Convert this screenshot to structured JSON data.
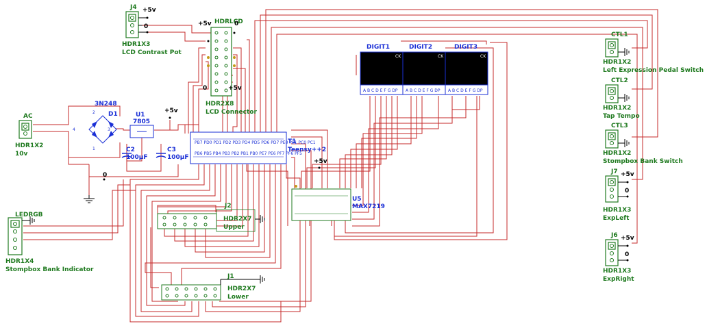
{
  "connectors": {
    "j4": {
      "ref": "J4",
      "part": "HDR1X3",
      "desc": "LCD Contrast Pot",
      "v": "+5v",
      "gnd": "0"
    },
    "ac": {
      "ref": "AC",
      "part": "HDR1X2",
      "desc": "10v"
    },
    "ledrgb": {
      "ref": "LEDRGB",
      "part": "HDR1X4",
      "desc": "Stompbox Bank Indicator"
    },
    "ctl1": {
      "ref": "CTL1",
      "part": "HDR1X2",
      "desc": "Left Expression Pedal Switch"
    },
    "ctl2": {
      "ref": "CTL2",
      "part": "HDR1X2",
      "desc": "Tap Tempo"
    },
    "ctl3": {
      "ref": "CTL3",
      "part": "HDR1X2",
      "desc": "Stompbox Bank Switch"
    },
    "j7": {
      "ref": "J7",
      "part": "HDR1X3",
      "desc": "ExpLeft",
      "v": "+5v",
      "gnd": "0"
    },
    "j6": {
      "ref": "J6",
      "part": "HDR1X3",
      "desc": "ExpRight",
      "v": "+5v",
      "gnd": "0"
    },
    "hdrlcd": {
      "ref": "HDRLCD",
      "part": "HDR2X8",
      "desc": "LCD Connector",
      "v": "+5v",
      "gnd": "0",
      "v2": "+5v",
      "gnd2": "0"
    },
    "j2": {
      "ref": "J2",
      "part": "HDR2X7",
      "desc": "Upper"
    },
    "j1": {
      "ref": "J1",
      "part": "HDR2X7",
      "desc": "Lower"
    }
  },
  "components": {
    "d1": {
      "ref": "D1",
      "part": "3N248"
    },
    "u1": {
      "ref": "U1",
      "part": "7805"
    },
    "c2": {
      "ref": "C2",
      "value": "100µF"
    },
    "c3": {
      "ref": "C3",
      "value": "100µF"
    },
    "t1": {
      "ref": "T1",
      "part": "Teensy++2"
    },
    "u5": {
      "ref": "U5",
      "part": "MAX7219"
    },
    "digits": [
      "DIGIT1",
      "DIGIT2",
      "DIGIT3"
    ],
    "segment_labels": "A B C D E F G DP",
    "digit_pin": "CK"
  },
  "nets": {
    "v5_reg": "+5v",
    "gnd_reg": "0",
    "v5_max": "+5v"
  },
  "colors": {
    "wire": "#c62828",
    "component": "#1a2fd6",
    "connector": "#1f7a1f",
    "display_body": "#000000"
  }
}
